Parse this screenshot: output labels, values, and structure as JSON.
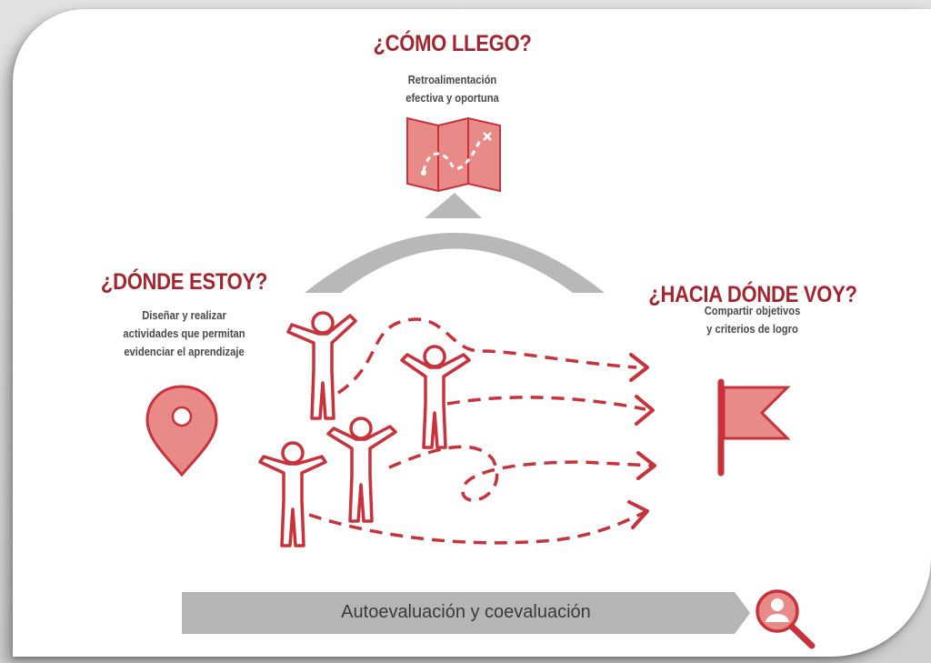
{
  "como_llego": {
    "title": "¿CÓMO LLEGO?",
    "lines": [
      "Retroalimentación",
      "efectiva y oportuna"
    ]
  },
  "donde_estoy": {
    "title": "¿DÓNDE ESTOY?",
    "lines": [
      "Diseñar y realizar",
      "actividades  que permitan",
      "evidenciar  el aprendizaje"
    ]
  },
  "hacia_donde": {
    "title": "¿HACIA DÓNDE VOY?",
    "lines": [
      "Compartir objetivos",
      "y criterios de logro"
    ]
  },
  "bottom_bar": {
    "label": "Autoevaluación y coevaluación"
  },
  "icons": {
    "map": "map-icon",
    "location": "location-pin-icon",
    "flag": "flag-icon",
    "search_user": "user-search-icon"
  },
  "colors": {
    "accent_red": "#c8323b",
    "heading_red": "#a3262f",
    "icon_fill": "#e88a88",
    "gray": "#b5b5b5"
  }
}
